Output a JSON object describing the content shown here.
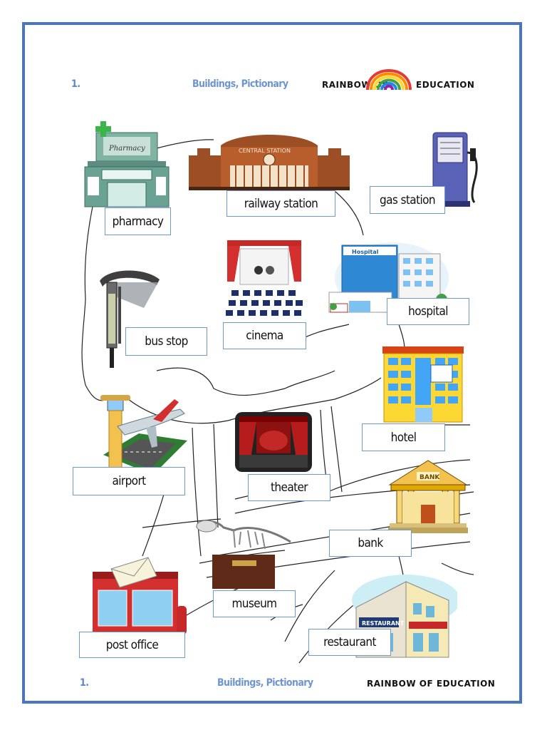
{
  "header": {
    "number": "1.",
    "title": "Buildings, Pictionary",
    "brand_left": "RAINBOW OF",
    "brand_right": "EDUCATION"
  },
  "footer": {
    "number": "1.",
    "title": "Buildings, Pictionary",
    "brand": "RAINBOW OF EDUCATION"
  },
  "labels": {
    "pharmacy": "pharmacy",
    "railway_station": "railway station",
    "gas_station": "gas station",
    "hospital": "hospital",
    "bus_stop": "bus stop",
    "cinema": "cinema",
    "hotel": "hotel",
    "airport": "airport",
    "theater": "theater",
    "bank": "bank",
    "museum": "museum",
    "post_office": "post office",
    "restaurant": "restaurant"
  },
  "signs": {
    "pharmacy_sign": "Pharmacy",
    "central_station": "CENTRAL STATION",
    "hospital_sign": "Hospital",
    "bank_sign": "BANK",
    "restaurant_sign": "RESTAURANT"
  },
  "colors": {
    "frame": "#4a74c4",
    "header_text": "#6f95d1",
    "label_border": "#6e9ad0"
  }
}
